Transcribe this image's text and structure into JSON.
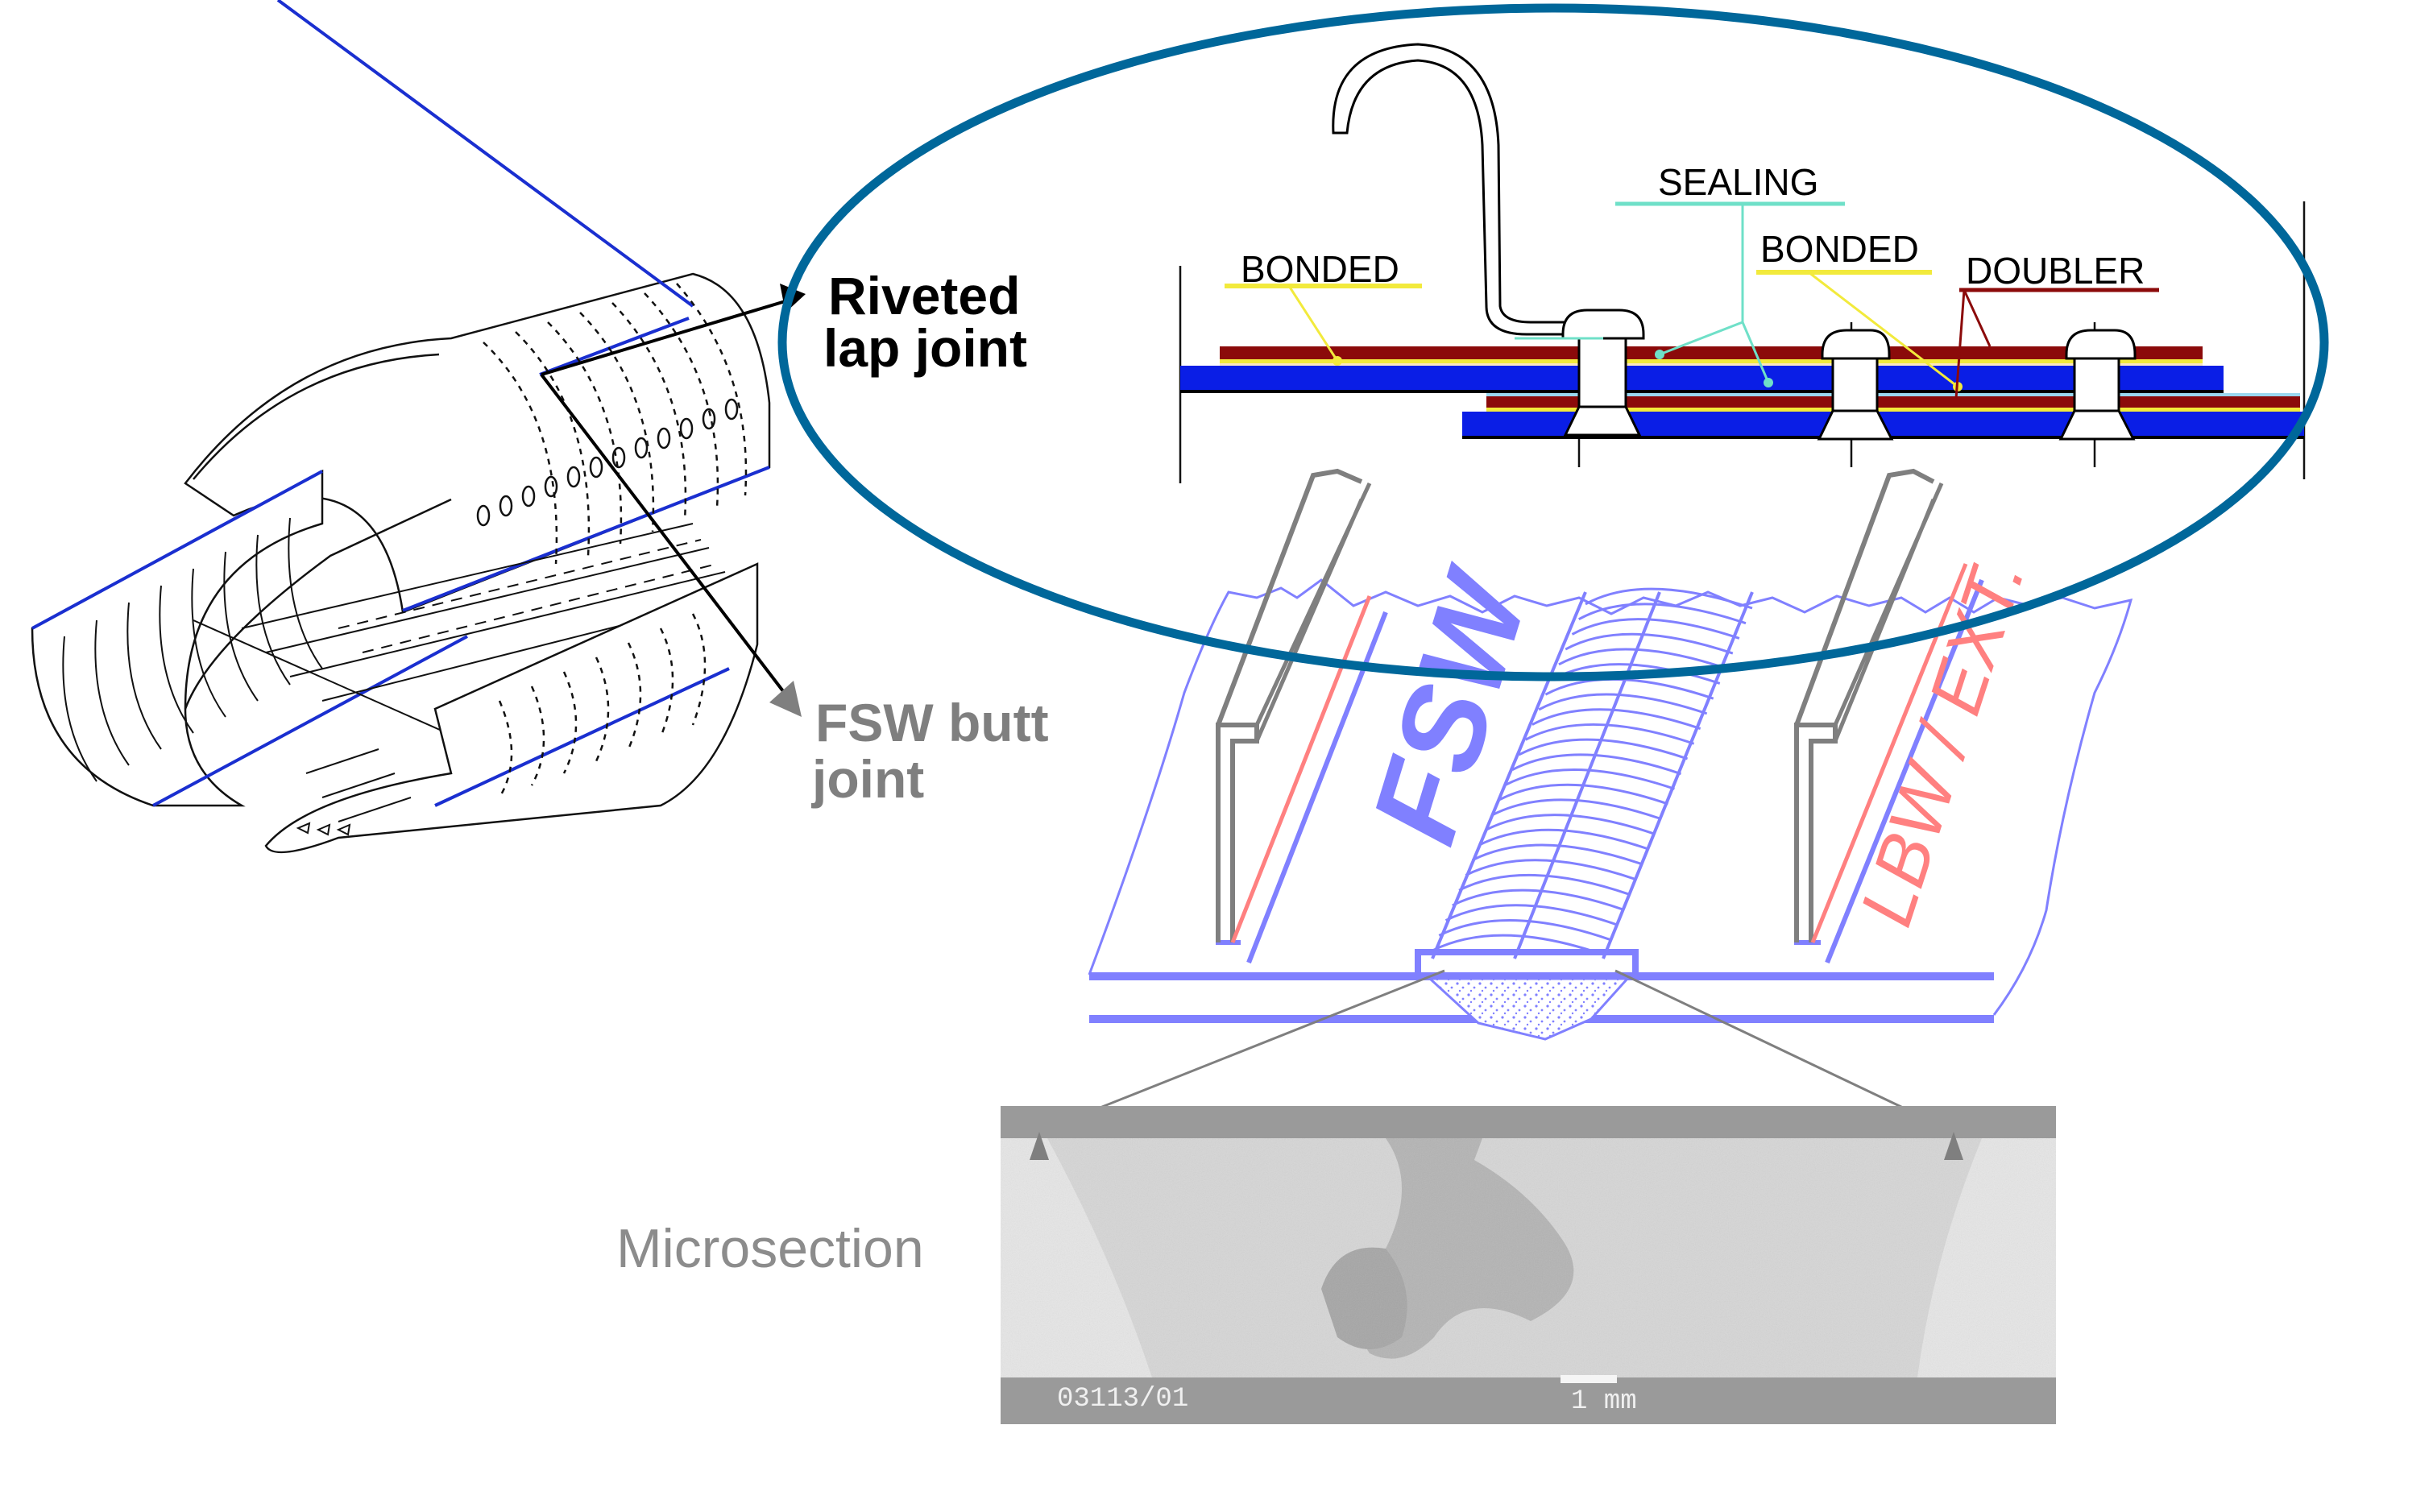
{
  "figure": {
    "callouts": {
      "riveted": {
        "line1": "Riveted",
        "line2": "lap joint"
      },
      "fsw": {
        "line1": "FSW butt",
        "line2": "joint"
      },
      "microsection": "Microsection"
    },
    "lap_joint_detail": {
      "labels": {
        "bonded_left": "BONDED",
        "sealing": "SEALING",
        "bonded_right": "BONDED",
        "doubler": "DOUBLER"
      }
    },
    "fsw_panel": {
      "labels": {
        "fsw": "FSW",
        "lbw": "LBW / EXT."
      }
    },
    "micrograph": {
      "specimen_id": "03113/01",
      "scale_bar": "1 mm"
    },
    "colors": {
      "ellipse": "#00679a",
      "skin_blue": "#0a1ee6",
      "doubler_red": "#8b0a0a",
      "bond_yellow": "#f2ea3c",
      "sealing_teal": "#6fe0c8",
      "fsw_blue": "#8080ff",
      "lbw_red": "#ff8080",
      "callout_gray": "#7f7f7f"
    }
  }
}
